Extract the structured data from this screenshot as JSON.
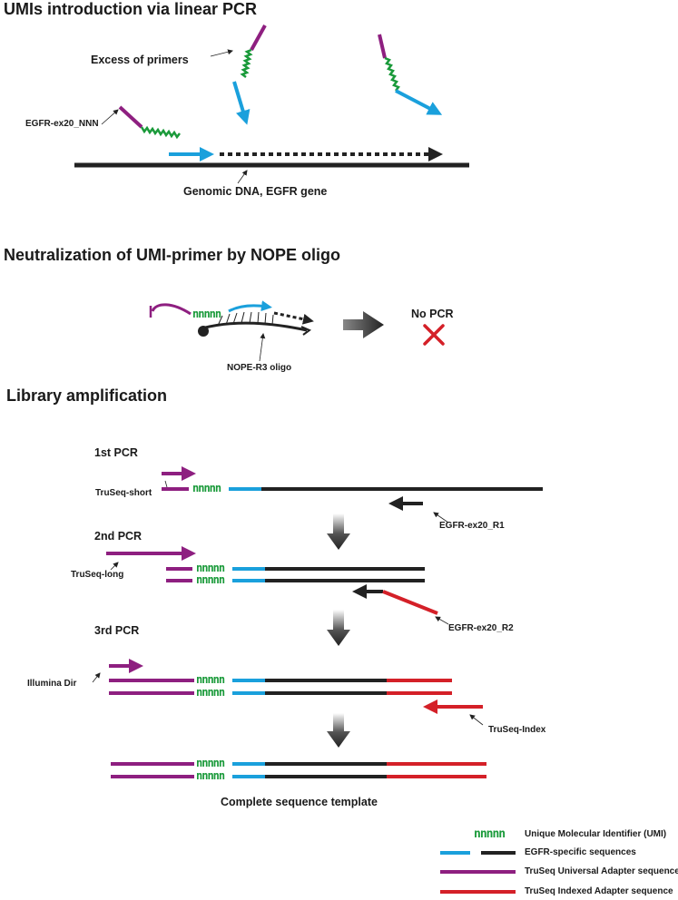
{
  "sections": {
    "s1_title": "UMIs introduction via linear PCR",
    "s2_title": "Neutralization of UMI-primer by NOPE oligo",
    "s3_title": "Library amplification"
  },
  "labels": {
    "excess_primers": "Excess of primers",
    "egfr_ex20_nnn": "EGFR-ex20_NNN",
    "genomic_dna": "Genomic DNA, EGFR gene",
    "no_pcr": "No PCR",
    "nope_r3": "NOPE-R3 oligo",
    "pcr1": "1st PCR",
    "pcr2": "2nd PCR",
    "pcr3": "3rd PCR",
    "truseq_short": "TruSeq-short",
    "truseq_long": "TruSeq-long",
    "illumina_dir": "Illumina Dir",
    "egfr_r1": "EGFR-ex20_R1",
    "egfr_r2": "EGFR-ex20_R2",
    "truseq_index": "TruSeq-Index",
    "complete": "Complete sequence template"
  },
  "umi_text": "nnnnn",
  "legend": {
    "umi_symbol": "nnnnn",
    "umi": "Unique Molecular Identifier (UMI)",
    "egfr": "EGFR-specific sequences",
    "universal": "TruSeq Universal Adapter sequence",
    "indexed": "TruSeq Indexed Adapter sequence"
  },
  "colors": {
    "purple": "#8e1f80",
    "green": "#1a9a3a",
    "blue": "#1aa0dc",
    "black": "#222222",
    "red": "#d42028",
    "cross": "#d42028"
  }
}
